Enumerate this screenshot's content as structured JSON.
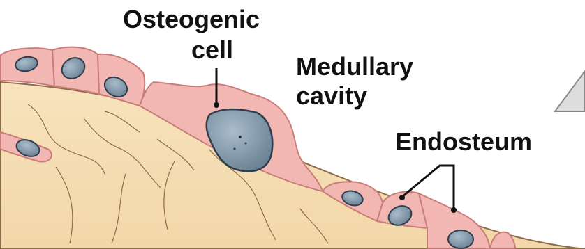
{
  "labels": {
    "osteogenic_line1": "Osteogenic",
    "osteogenic_line2": "cell",
    "medullary_line1": "Medullary",
    "medullary_line2": "cavity",
    "endosteum": "Endosteum"
  },
  "colors": {
    "bone_matrix": "#f5deb3",
    "cell_fill": "#f2b7b3",
    "cell_outline": "#c97d78",
    "nucleus_fill": "#7f96a6",
    "nucleus_outline": "#2e3e4c",
    "leader_line": "#111111",
    "triangle_fill": "#dddddd"
  }
}
